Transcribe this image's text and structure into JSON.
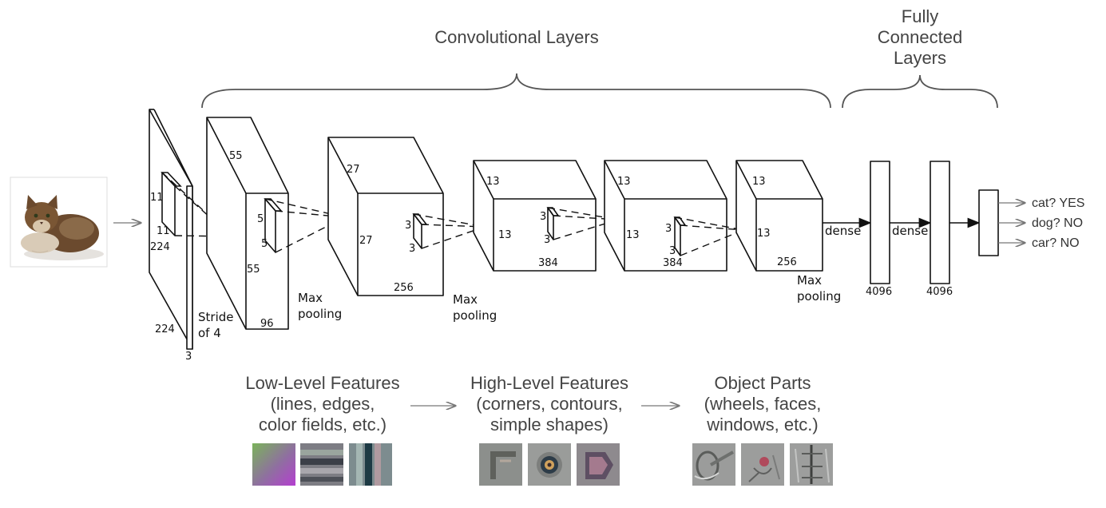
{
  "headings": {
    "conv": "Convolutional Layers",
    "fc": [
      "Fully",
      "Connected",
      "Layers"
    ]
  },
  "input": {
    "dim_11a": "11",
    "dim_11b": "11",
    "dim_224a": "224",
    "dim_224b": "224",
    "dim_3": "3",
    "stride": [
      "Stride",
      "of 4"
    ]
  },
  "conv1": {
    "d55a": "55",
    "d55b": "55",
    "d96": "96",
    "k5a": "5",
    "k5b": "5"
  },
  "pool1": [
    "Max",
    "pooling"
  ],
  "conv2": {
    "d27a": "27",
    "d27b": "27",
    "d256": "256",
    "k3a": "3",
    "k3b": "3"
  },
  "pool2": [
    "Max",
    "pooling"
  ],
  "conv3": {
    "d13a": "13",
    "d13b": "13",
    "d384": "384",
    "k3a": "3",
    "k3b": "3"
  },
  "conv4": {
    "d13a": "13",
    "d13b": "13",
    "d384": "384",
    "k3a": "3",
    "k3b": "3"
  },
  "conv5": {
    "d13a": "13",
    "d13b": "13",
    "d256": "256"
  },
  "pool3": [
    "Max",
    "pooling"
  ],
  "fc": {
    "dense1": "dense",
    "dense2": "dense",
    "n1": "4096",
    "n2": "4096"
  },
  "outputs": [
    "cat? YES",
    "dog? NO",
    "car? NO"
  ],
  "features": [
    {
      "lines": [
        "Low-Level Features",
        "(lines, edges,",
        "color fields, etc.)"
      ]
    },
    {
      "lines": [
        "High-Level Features",
        "(corners, contours,",
        "simple shapes)"
      ]
    },
    {
      "lines": [
        "Object Parts",
        "(wheels, faces,",
        "windows, etc.)"
      ]
    }
  ]
}
